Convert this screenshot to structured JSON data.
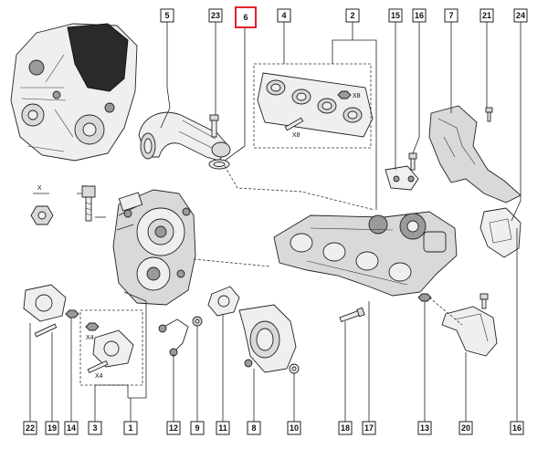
{
  "diagram": {
    "selected_ref": "6",
    "top_refs": [
      "5",
      "23",
      "6",
      "4",
      "2",
      "15",
      "16",
      "7",
      "21",
      "24"
    ],
    "bottom_refs": [
      "22",
      "19",
      "14",
      "3",
      "1",
      "12",
      "9",
      "11",
      "8",
      "10",
      "18",
      "17",
      "13",
      "20",
      "16"
    ],
    "quantity_notes": {
      "nut_x8": "X8",
      "stud_x8": "X8",
      "nut_x4": "X4",
      "stud_x4": "X4"
    },
    "fastener_legend": {
      "nut": "X",
      "bolt": "X"
    }
  }
}
